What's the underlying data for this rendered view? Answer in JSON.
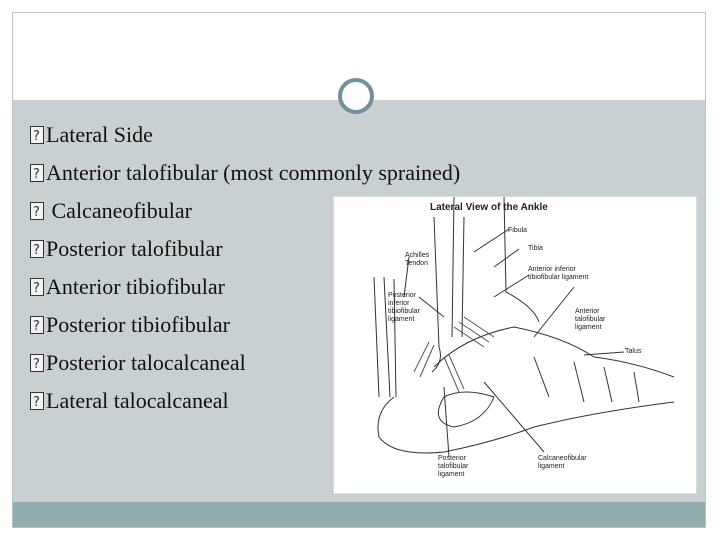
{
  "slide": {
    "bullets": [
      "Lateral Side",
      "Anterior talofibular (most commonly sprained)",
      " Calcaneofibular",
      "Posterior talofibular",
      "Anterior tibiofibular",
      "Posterior tibiofibular",
      "Posterior talocalcaneal",
      "Lateral talocalcaneal"
    ]
  },
  "figure": {
    "title": "Lateral View of the Ankle",
    "labels": {
      "fibula": "Fibula",
      "tibia": "Tibia",
      "achilles": "Achilles\nTendon",
      "ant_inf_tib": "Anterior inferior\ntibiofibular ligament",
      "post_inf_tib": "Posterior\ninferior\ntibiofibular\nligament",
      "ant_talo": "Anterior\ntalofibular\nligament",
      "talus": "Talus",
      "post_talo": "Posterior\ntalofibular\nligament",
      "calcaneo": "Calcaneofibular\nligament"
    }
  }
}
